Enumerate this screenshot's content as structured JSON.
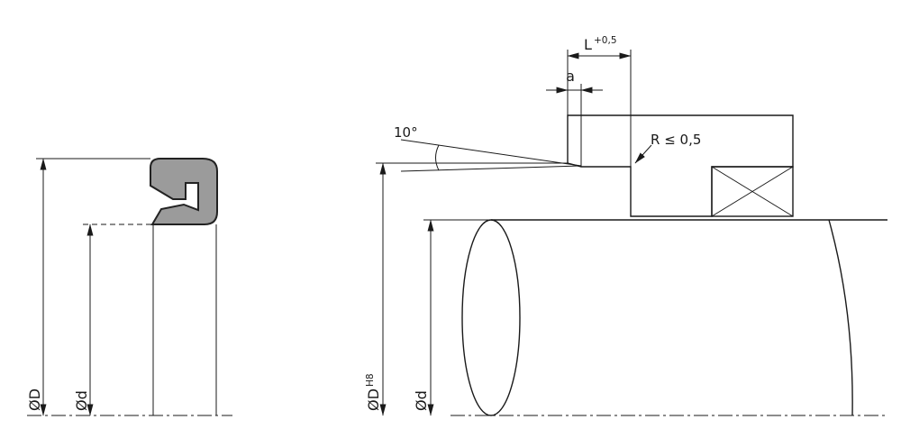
{
  "drawing": {
    "left_view": {
      "outer_diameter_label": "ØD",
      "inner_diameter_label": "Ød"
    },
    "right_view": {
      "groove_length_label": "L",
      "groove_length_tolerance": "+0,5",
      "lip_width_label": "a",
      "chamfer_angle_label": "10°",
      "corner_radius_label": "R ≤ 0,5",
      "bore_diameter_label": "ØD",
      "bore_diameter_tolerance": "H8",
      "rod_diameter_label": "Ød"
    }
  },
  "colors": {
    "line": "#1a1a1a",
    "seal_fill": "#9b9b9b",
    "housing_fill": "#e8e8e8",
    "rod_fill": "#ebebeb",
    "background": "#ffffff"
  }
}
